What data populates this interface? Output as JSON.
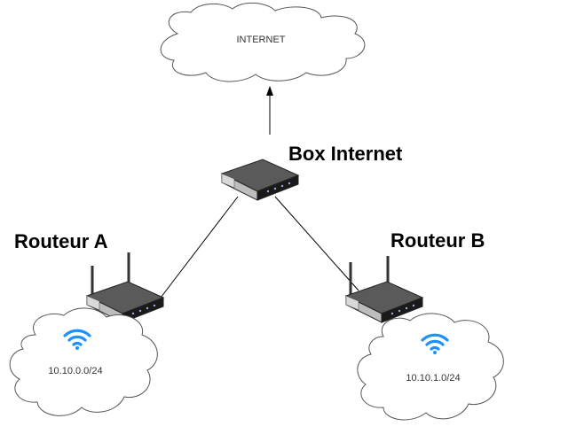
{
  "internet": {
    "label": "INTERNET"
  },
  "box": {
    "label": "Box Internet"
  },
  "router_a": {
    "label": "Routeur A",
    "subnet": "10.10.0.0/24"
  },
  "router_b": {
    "label": "Routeur B",
    "subnet": "10.10.1.0/24"
  },
  "colors": {
    "wifi": "#1e90ff",
    "router_body": "#2b2b2b",
    "cloud_stroke": "#555555"
  },
  "icons": [
    "router-icon",
    "wifi-icon",
    "cloud-icon",
    "arrow-up-icon"
  ]
}
